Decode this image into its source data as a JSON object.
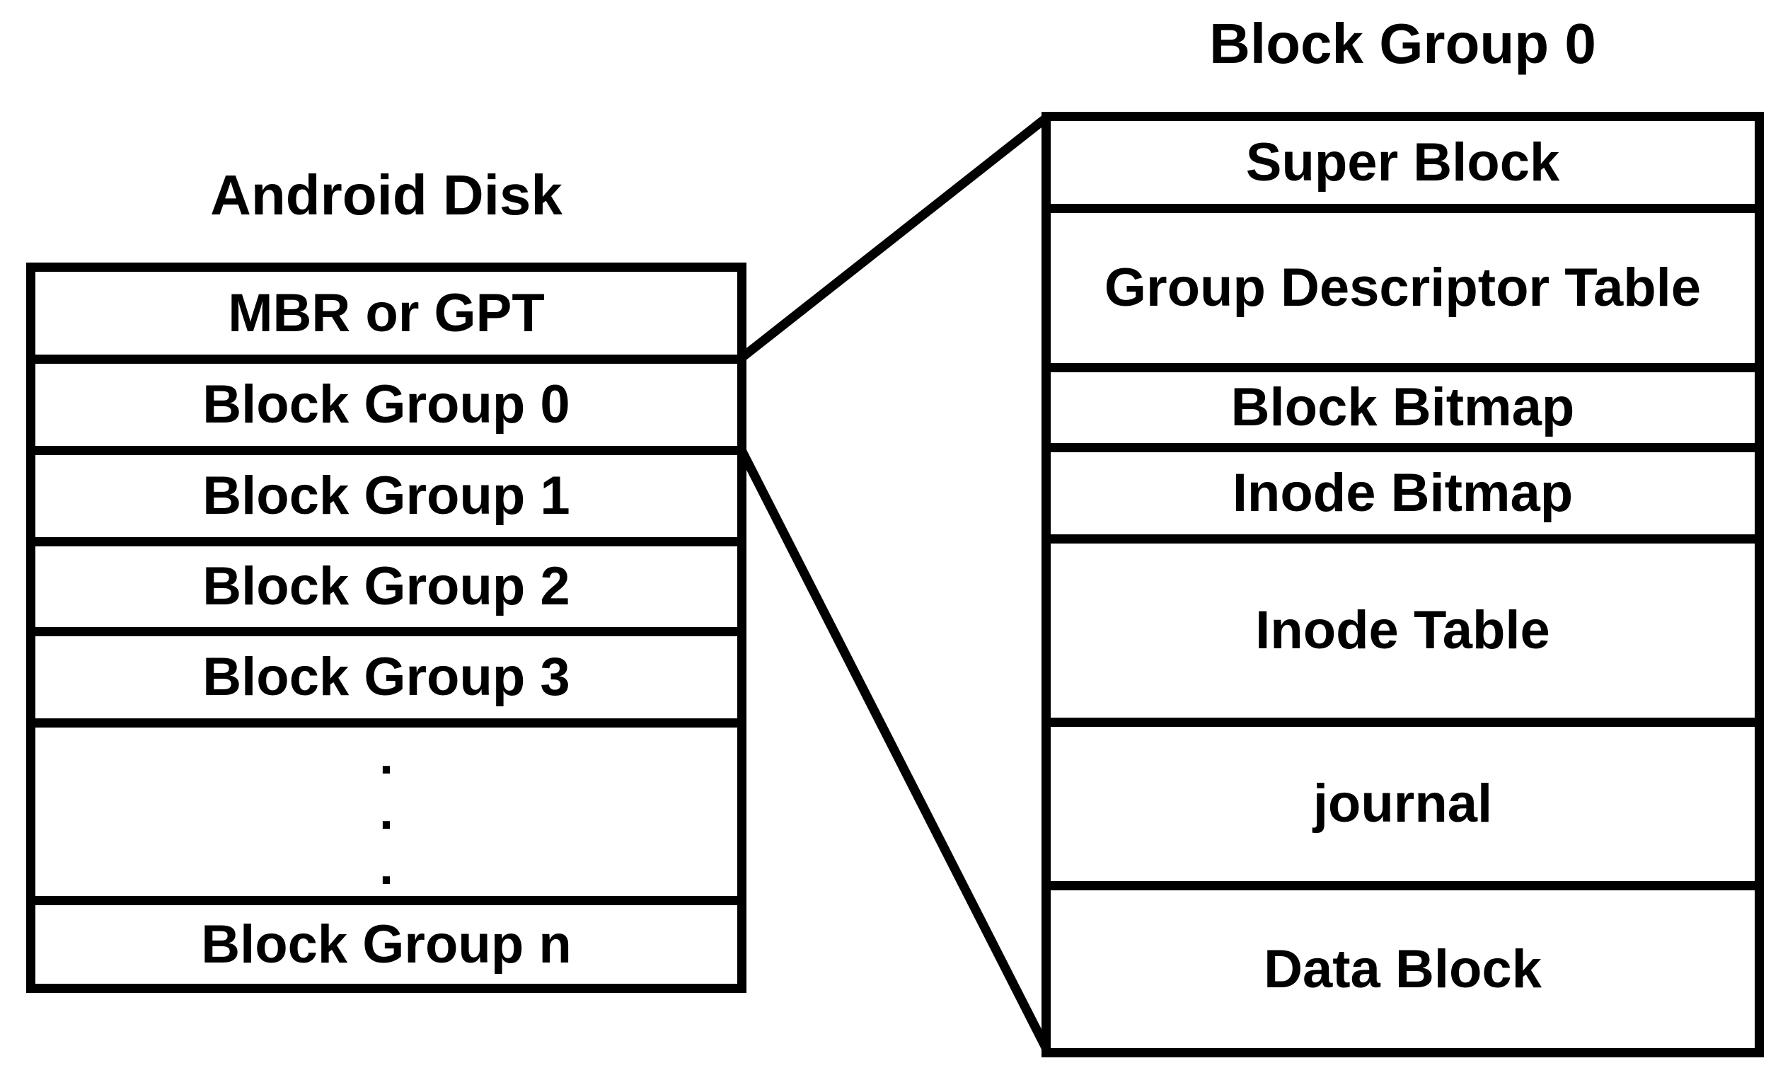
{
  "diagram": {
    "background": "#ffffff",
    "line_color": "#000000",
    "text_color": "#000000"
  },
  "android_disk": {
    "title": "Android Disk",
    "rows": [
      "MBR or GPT",
      "Block Group 0",
      "Block Group 1",
      "Block Group 2",
      "Block Group 3",
      "Block Group n"
    ],
    "ellipsis": [
      ".",
      ".",
      "."
    ]
  },
  "block_group_0": {
    "title": "Block Group 0",
    "rows": [
      "Super Block",
      "Group Descriptor Table",
      "Block Bitmap",
      "Inode Bitmap",
      "Inode Table",
      "journal",
      "Data Block"
    ]
  }
}
